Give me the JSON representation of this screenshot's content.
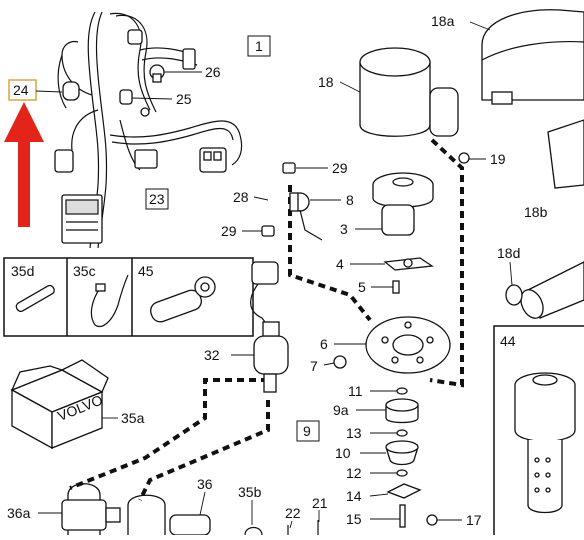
{
  "callouts": {
    "c1": "1",
    "c3": "3",
    "c4": "4",
    "c5": "5",
    "c6": "6",
    "c7": "7",
    "c8": "8",
    "c9": "9",
    "c9a": "9a",
    "c10": "10",
    "c11": "11",
    "c12": "12",
    "c13": "13",
    "c14": "14",
    "c15": "15",
    "c17": "17",
    "c18": "18",
    "c18a": "18a",
    "c18b": "18b",
    "c18d": "18d",
    "c19": "19",
    "c21": "21",
    "c22": "22",
    "c23": "23",
    "c24": "24",
    "c25": "25",
    "c26": "26",
    "c28": "28",
    "c29a": "29",
    "c29b": "29",
    "c32": "32",
    "c35a": "35a",
    "c35b": "35b",
    "c35c": "35c",
    "c35d": "35d",
    "c36": "36",
    "c36a": "36a",
    "c44": "44",
    "c45": "45"
  },
  "box_brand": "VOLVO",
  "colors": {
    "highlight_arrow": "#e3241b",
    "callout_24_border": "#d9a441",
    "line": "#111111"
  }
}
